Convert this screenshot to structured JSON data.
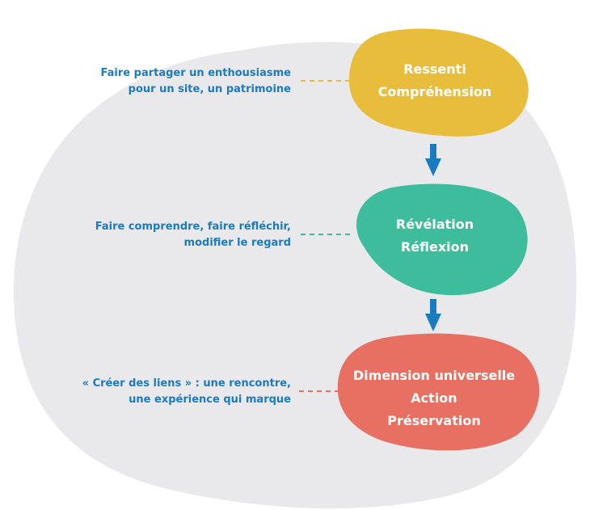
{
  "colors": {
    "background_blob": "#e9e9eb",
    "stage1": "#e9bd3c",
    "stage2": "#3dbd9b",
    "stage3": "#e87062",
    "arrow": "#1a7bc0",
    "side_text": "#1a7bc0"
  },
  "stages": [
    {
      "lines": [
        "Ressenti",
        "Compréhension"
      ],
      "description": [
        "Faire partager un enthousiasme",
        "pour un site, un patrimoine"
      ]
    },
    {
      "lines": [
        "Révélation",
        "Réflexion"
      ],
      "description": [
        "Faire comprendre, faire réfléchir,",
        "modifier le regard"
      ]
    },
    {
      "lines": [
        "Dimension universelle",
        "Action",
        "Préservation"
      ],
      "description": [
        "« Créer des liens » : une rencontre,",
        "une expérience qui marque"
      ]
    }
  ],
  "arrows": [
    {
      "from": "stage1",
      "to": "stage2",
      "icon": "arrow-down-icon"
    },
    {
      "from": "stage2",
      "to": "stage3",
      "icon": "arrow-down-icon"
    }
  ]
}
